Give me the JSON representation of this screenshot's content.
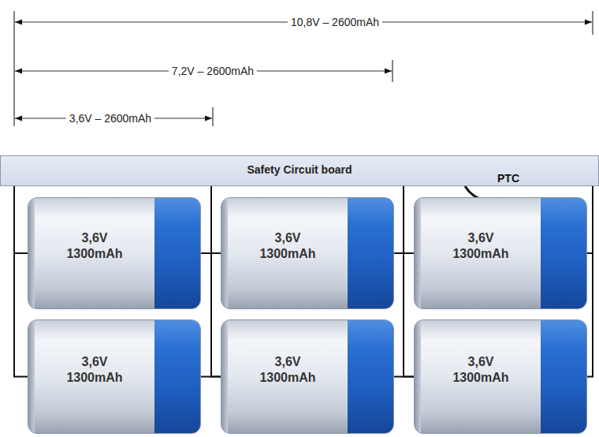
{
  "diagram": {
    "nodes": [
      {
        "text": [
          "Safety Circuit board"
        ]
      },
      {
        "text": [
          "3,6V",
          "1300mAh"
        ]
      },
      {
        "text": [
          "3,6V",
          "1300mAh"
        ]
      },
      {
        "text": [
          "3,6V",
          "1300mAh"
        ]
      },
      {
        "text": [
          "3,6V",
          "1300mAh"
        ]
      },
      {
        "text": [
          "3,6V",
          "1300mAh"
        ]
      },
      {
        "text": [
          "3,6V",
          "1300mAh"
        ]
      }
    ],
    "edges": [
      {
        "from": 0,
        "to": 1,
        "arrow": "none"
      },
      {
        "from": 0,
        "to": 4,
        "arrow": "none"
      },
      {
        "from": 0,
        "to": 2,
        "arrow": "none"
      },
      {
        "from": 0,
        "to": 5,
        "arrow": "none"
      },
      {
        "from": 1,
        "to": 2,
        "arrow": "none"
      },
      {
        "from": 4,
        "to": 5,
        "arrow": "none"
      },
      {
        "from": 0,
        "to": 3,
        "arrow": "none"
      },
      {
        "from": 0,
        "to": 6,
        "arrow": "none"
      },
      {
        "from": 2,
        "to": 3,
        "arrow": "none"
      },
      {
        "from": 5,
        "to": 6,
        "arrow": "none"
      },
      {
        "from": 0,
        "to": 3,
        "arrow": "none"
      },
      {
        "from": 0,
        "to": 6,
        "arrow": "none"
      }
    ],
    "labels": [
      "10,8V – 2600mAh",
      "7,2V – 2600mAh",
      "3,6V – 2600mAh",
      "PTC"
    ]
  }
}
